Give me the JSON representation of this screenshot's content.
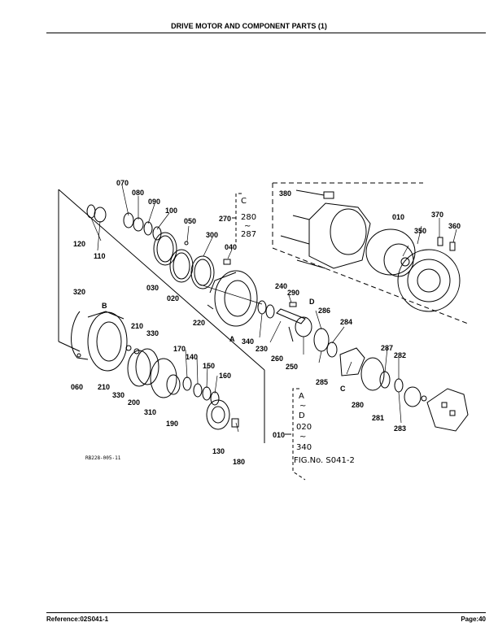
{
  "page": {
    "title": "DRIVE MOTOR AND COMPONENT PARTS (1)",
    "reference": "Reference:02S041-1",
    "page_number": "Page:40"
  },
  "diagram": {
    "drawing_ref": "RB228-005-11",
    "fig_no": "FIG.No. S041-2",
    "letters": {
      "A": "A",
      "B": "B",
      "C": "C",
      "D": "D"
    },
    "callouts": {
      "c070": "070",
      "c080": "080",
      "c090": "090",
      "c100": "100",
      "c050": "050",
      "c120": "120",
      "c110": "110",
      "c300": "300",
      "c040": "040",
      "c030": "030",
      "c020": "020",
      "c320": "320",
      "c240": "240",
      "c290": "290",
      "c220": "220",
      "c286": "286",
      "c210a": "210",
      "c330a": "330",
      "c340": "340",
      "c230": "230",
      "c284": "284",
      "c260": "260",
      "c250": "250",
      "c170": "170",
      "c140": "140",
      "c150": "150",
      "c160": "160",
      "c060": "060",
      "c210b": "210",
      "c330b": "330",
      "c200": "200",
      "c310": "310",
      "c190": "190",
      "c130": "130",
      "c180": "180",
      "c285": "285",
      "c287": "287",
      "c282": "282",
      "c280": "280",
      "c281": "281",
      "c283": "283",
      "c380": "380",
      "c010a": "010",
      "c370": "370",
      "c360": "360",
      "c350": "350",
      "c010b": "010"
    },
    "group_c": {
      "label": "270",
      "from_letter": "C",
      "from_num": "280",
      "tilde": "~",
      "to_num": "287"
    },
    "group_ad": {
      "label": "010",
      "letter_a": "A",
      "tilde1": "~",
      "letter_d": "D",
      "from_num": "020",
      "tilde2": "~",
      "to_num": "340"
    }
  }
}
